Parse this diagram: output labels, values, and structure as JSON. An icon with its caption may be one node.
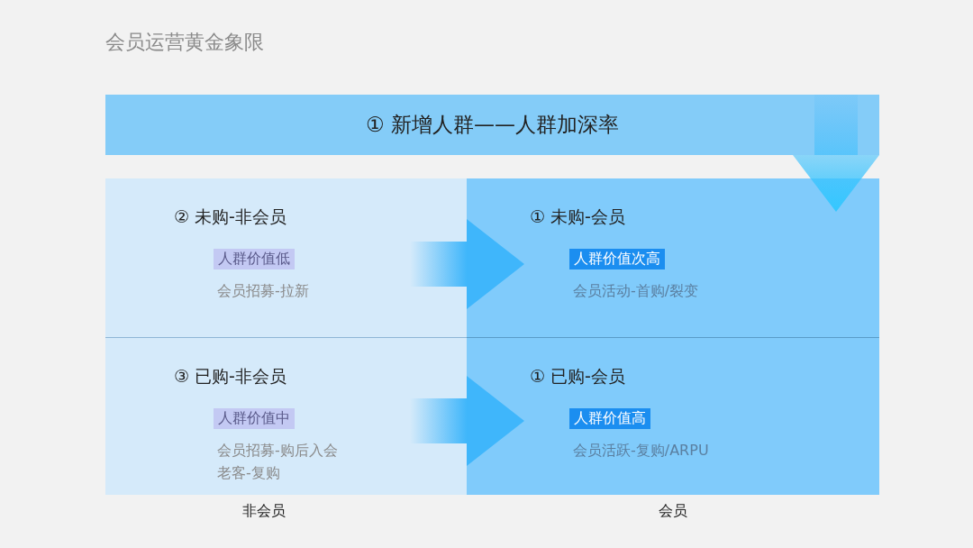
{
  "diagram": {
    "title": "会员运营黄金象限",
    "nodes": [
      {
        "text": [
          "① 新增人群——人群加深率"
        ]
      },
      {
        "text": [
          "② 未购-非会员",
          "人群价值低",
          "会员招募-拉新"
        ]
      },
      {
        "text": [
          "① 未购-会员",
          "人群价值次高",
          "会员活动-首购/裂变"
        ]
      },
      {
        "text": [
          "③ 已购-非会员",
          "人群价值中",
          "会员招募-购后入会",
          "老客-复购"
        ]
      },
      {
        "text": [
          "① 已购-会员",
          "人群价值高",
          "会员活跃-复购/ARPU"
        ]
      }
    ],
    "edges": [
      {
        "from": 0,
        "to": 2,
        "arrow": "to"
      },
      {
        "from": 1,
        "to": 2,
        "arrow": "to"
      },
      {
        "from": 3,
        "to": 4,
        "arrow": "to"
      }
    ],
    "labels": [
      "非会员",
      "会员"
    ]
  }
}
